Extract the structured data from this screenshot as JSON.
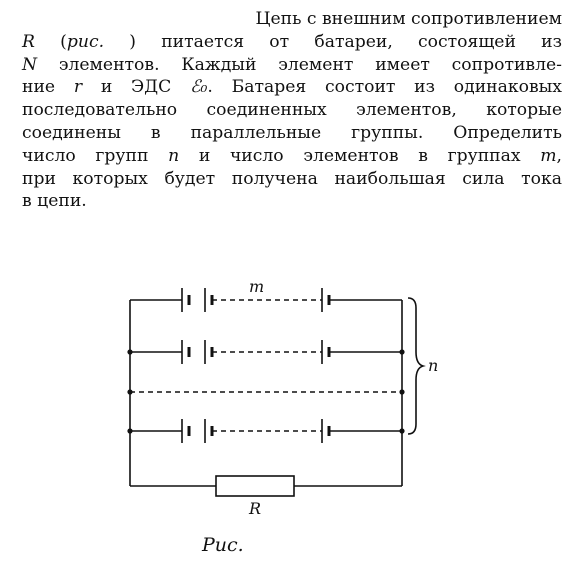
{
  "problem": {
    "lines": [
      {
        "segments": [
          {
            "t": "Цепь с внешним сопротивлением",
            "i": false
          }
        ],
        "align": "right"
      },
      {
        "segments": [
          {
            "t": "R",
            "i": true
          },
          {
            "t": " (",
            "i": false
          },
          {
            "t": "рис.",
            "i": true
          },
          {
            "t": "          ) питается от батареи, состоящей из",
            "i": false
          }
        ],
        "align": "just"
      },
      {
        "segments": [
          {
            "t": "N",
            "i": true
          },
          {
            "t": " элементов. Каждый элемент имеет сопротивле-",
            "i": false
          }
        ],
        "align": "just"
      },
      {
        "segments": [
          {
            "t": "ние ",
            "i": false
          },
          {
            "t": "r",
            "i": true
          },
          {
            "t": " и ЭДС ",
            "i": false
          },
          {
            "t": "ℰ₀",
            "i": true
          },
          {
            "t": ". Батарея состоит из одинаковых",
            "i": false
          }
        ],
        "align": "just"
      },
      {
        "segments": [
          {
            "t": "последовательно соединенных элементов, которые",
            "i": false
          }
        ],
        "align": "just"
      },
      {
        "segments": [
          {
            "t": "соединены в параллельные группы. Определить",
            "i": false
          }
        ],
        "align": "just"
      },
      {
        "segments": [
          {
            "t": "число групп ",
            "i": false
          },
          {
            "t": "n",
            "i": true
          },
          {
            "t": " и число элементов в группах ",
            "i": false
          },
          {
            "t": "m",
            "i": true
          },
          {
            "t": ",",
            "i": false
          }
        ],
        "align": "just"
      },
      {
        "segments": [
          {
            "t": "при которых будет получена наибольшая сила тока",
            "i": false
          }
        ],
        "align": "just"
      },
      {
        "segments": [
          {
            "t": "в цепи.",
            "i": false
          }
        ],
        "align": "left"
      }
    ]
  },
  "figure": {
    "label_m": "m",
    "label_n": "n",
    "label_R": "R",
    "caption": "Рис."
  }
}
